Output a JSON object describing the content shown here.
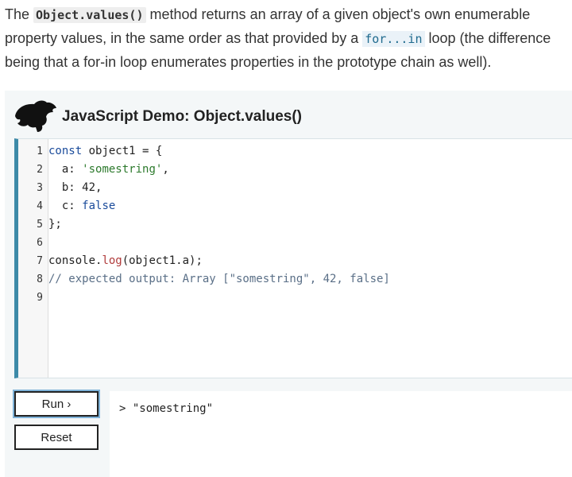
{
  "intro": {
    "p1": "The ",
    "code1": "Object.values()",
    "p2": " method returns an array of a given object's own enumerable property values, in the same order as that provided by a ",
    "link": "for...in",
    "p3": " loop (the difference being that a for-in loop enumerates properties in the prototype chain as well)."
  },
  "demo": {
    "title": "JavaScript Demo: Object.values()",
    "lines": [
      {
        "n": "1",
        "parts": [
          [
            "kw",
            "const"
          ],
          [
            "",
            " object1 = {"
          ]
        ]
      },
      {
        "n": "2",
        "parts": [
          [
            "",
            "  a: "
          ],
          [
            "str",
            "'somestring'"
          ],
          [
            "",
            ","
          ]
        ]
      },
      {
        "n": "3",
        "parts": [
          [
            "",
            "  b: "
          ],
          [
            "num",
            "42"
          ],
          [
            "",
            ","
          ]
        ]
      },
      {
        "n": "4",
        "parts": [
          [
            "",
            "  c: "
          ],
          [
            "kw",
            "false"
          ]
        ]
      },
      {
        "n": "5",
        "parts": [
          [
            "",
            "};"
          ]
        ]
      },
      {
        "n": "6",
        "parts": []
      },
      {
        "n": "7",
        "parts": [
          [
            "",
            "console."
          ],
          [
            "fn",
            "log"
          ],
          [
            "",
            "(object1.a);"
          ]
        ]
      },
      {
        "n": "8",
        "parts": [
          [
            "cmt",
            "// expected output: Array [\"somestring\", 42, false]"
          ]
        ]
      },
      {
        "n": "9",
        "parts": []
      }
    ],
    "run_label": "Run ›",
    "reset_label": "Reset",
    "output": "> \"somestring\""
  }
}
